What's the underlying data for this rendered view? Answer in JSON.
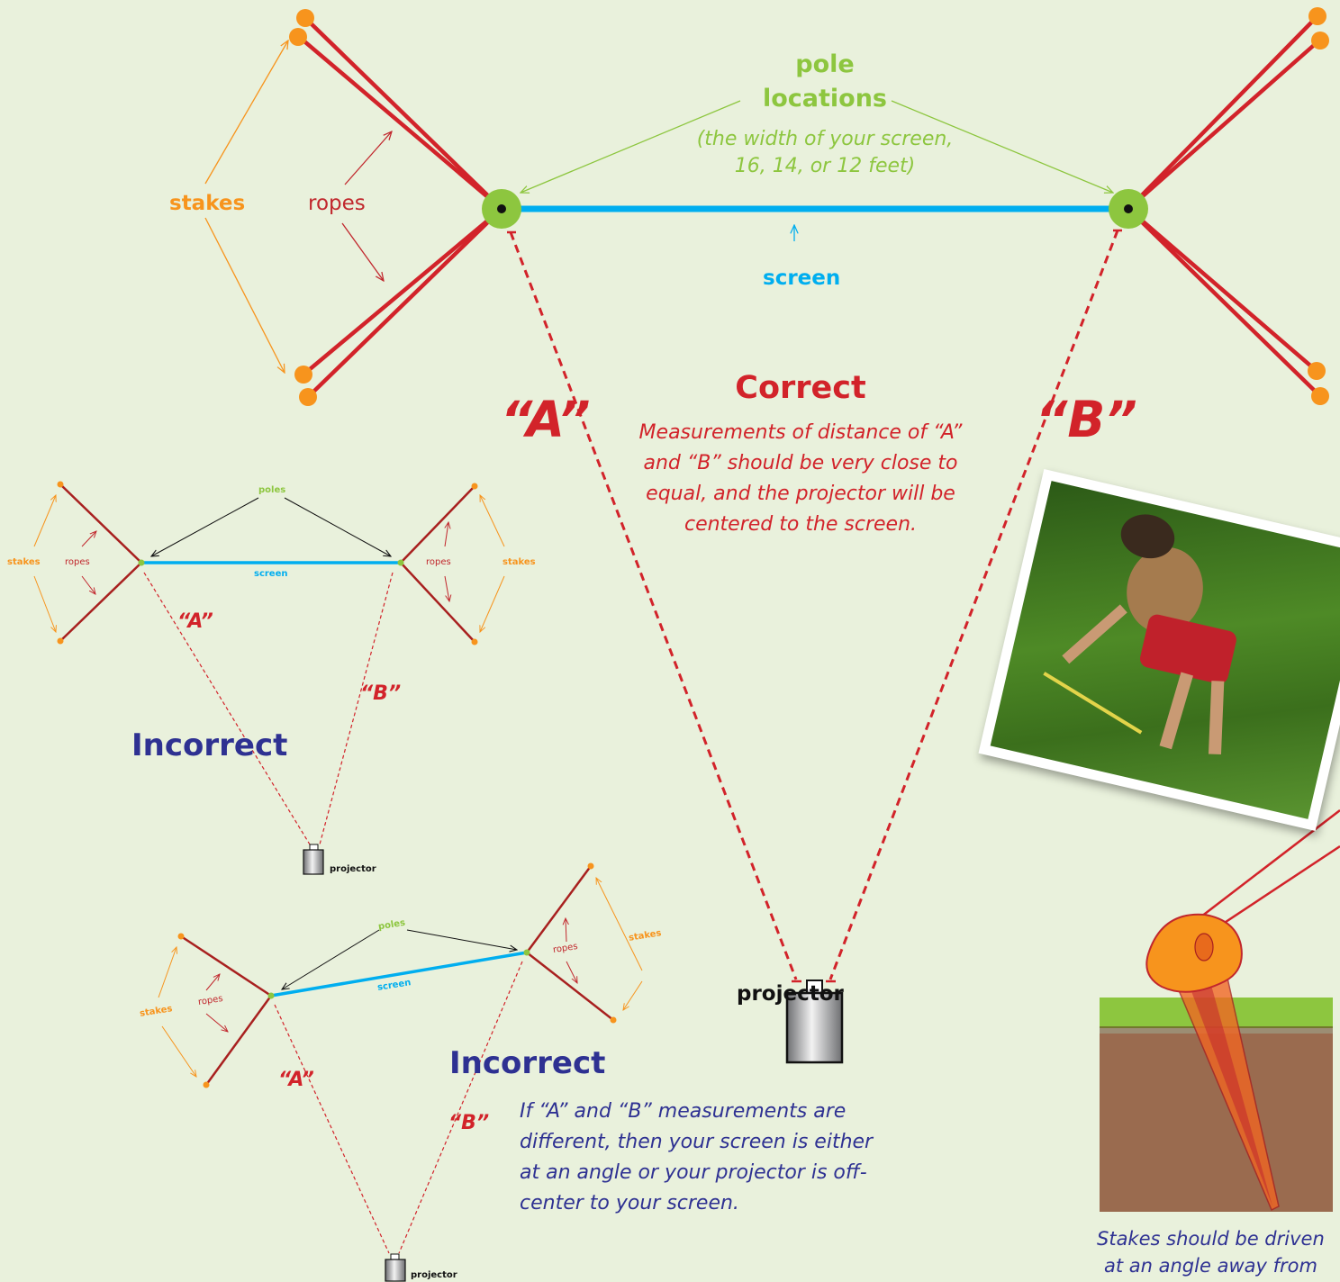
{
  "colors": {
    "background": "#e9f1dc",
    "pole": "#8dc63f",
    "screen": "#00aeef",
    "rope": "#c1272d",
    "stake": "#f7941d",
    "measure": "#d2232a",
    "incorrect": "#2e3192"
  },
  "main": {
    "pole_title_1": "pole",
    "pole_title_2": "locations",
    "pole_note_1": "(the width of your screen,",
    "pole_note_2": "16, 14, or 12 feet)",
    "stakes": "stakes",
    "ropes": "ropes",
    "screen": "screen",
    "a": "“A”",
    "b": "“B”",
    "correct_title": "Correct",
    "correct_text_1": "Measurements of distance of “A”",
    "correct_text_2": "and “B” should be very close to",
    "correct_text_3": "equal, and the projector will be",
    "correct_text_4": "centered to the screen.",
    "projector": "projector"
  },
  "small_top": {
    "poles": "poles",
    "stakes_left": "stakes",
    "ropes_left": "ropes",
    "screen": "screen",
    "ropes_right": "ropes",
    "stakes_right": "stakes",
    "a": "“A”",
    "b": "“B”",
    "title": "Incorrect",
    "projector": "projector"
  },
  "small_bottom": {
    "poles": "poles",
    "stakes_left": "stakes",
    "ropes_left": "ropes",
    "screen": "screen",
    "ropes_right": "ropes",
    "stakes_right": "stakes",
    "a": "“A”",
    "b": "“B”",
    "title": "Incorrect",
    "text_1": "If “A” and “B” measurements are",
    "text_2": "different, then your screen is either",
    "text_3": "at an angle or your projector is off-",
    "text_4": "center to your screen.",
    "projector": "projector"
  },
  "stake_caption_1": "Stakes should be driven",
  "stake_caption_2": "at an angle away from",
  "icons": [
    "projector-icon",
    "stake-icon",
    "photo-person-measuring"
  ]
}
